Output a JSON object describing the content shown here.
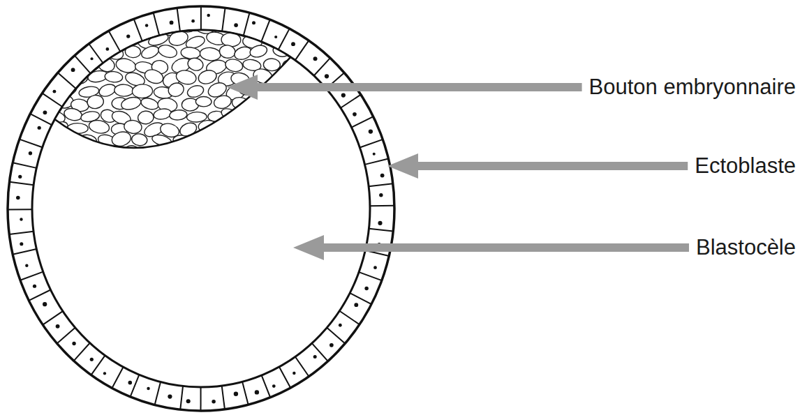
{
  "diagram": {
    "labels": [
      "Bouton embryonnaire",
      "Ectoblaste",
      "Blastocèle"
    ]
  }
}
